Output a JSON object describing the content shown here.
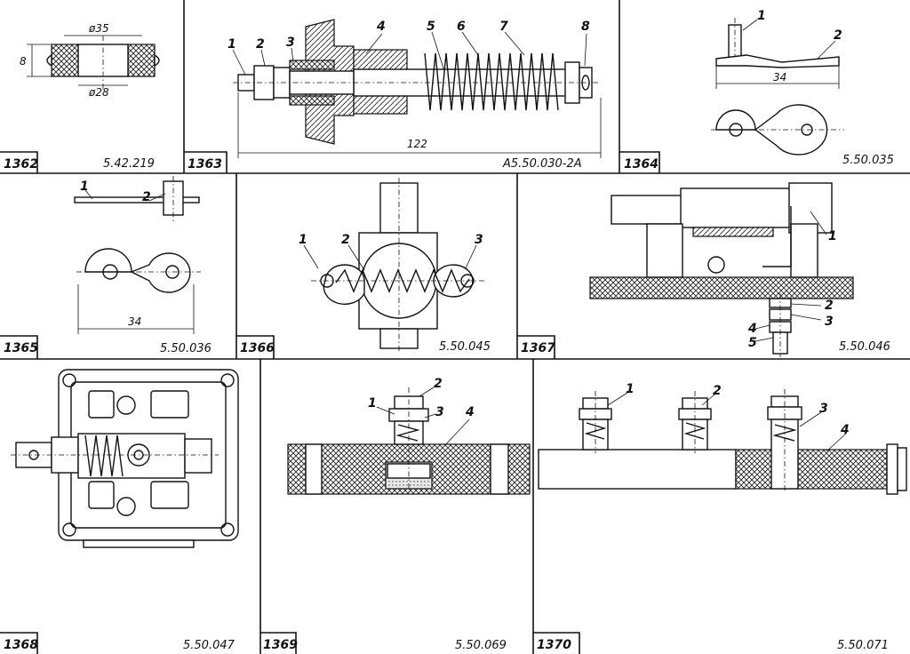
{
  "panels": [
    {
      "number": "1362",
      "code": "5.42.219",
      "dims": [
        "ø35",
        "ø28",
        "8"
      ]
    },
    {
      "number": "1363",
      "code": "А5.50.030-2А",
      "dims": [
        "122"
      ],
      "callouts": [
        "1",
        "2",
        "3",
        "4",
        "5",
        "6",
        "7",
        "8"
      ]
    },
    {
      "number": "1364",
      "code": "5.50.035",
      "dims": [
        "34"
      ],
      "callouts": [
        "1",
        "2"
      ]
    },
    {
      "number": "1365",
      "code": "5.50.036",
      "dims": [
        "34"
      ],
      "callouts": [
        "1",
        "2"
      ]
    },
    {
      "number": "1366",
      "code": "5.50.045",
      "callouts": [
        "1",
        "2",
        "3"
      ]
    },
    {
      "number": "1367",
      "code": "5.50.046",
      "callouts": [
        "1",
        "2",
        "3",
        "4",
        "5"
      ]
    },
    {
      "number": "1368",
      "code": "5.50.047"
    },
    {
      "number": "1369",
      "code": "5.50.069",
      "callouts": [
        "1",
        "2",
        "3",
        "4"
      ]
    },
    {
      "number": "1370",
      "code": "5.50.071",
      "callouts": [
        "1",
        "2",
        "3",
        "4"
      ]
    }
  ]
}
